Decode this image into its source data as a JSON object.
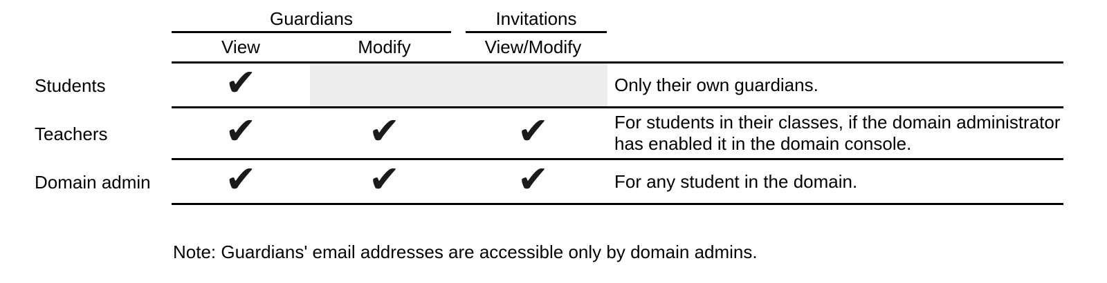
{
  "colors": {
    "background": "#ffffff",
    "rule": "#000000",
    "text": "#000000",
    "check": "#1a1a1a",
    "empty_cell_bg": "#ededed"
  },
  "table": {
    "check_glyph": "✔",
    "column_groups": [
      {
        "label": "Guardians",
        "columns": [
          "View",
          "Modify"
        ]
      },
      {
        "label": "Invitations",
        "columns": [
          "View/Modify"
        ]
      }
    ],
    "columns": [
      "View",
      "Modify",
      "View/Modify"
    ],
    "rows": [
      {
        "label": "Students",
        "permissions": {
          "guardians_view": true,
          "guardians_modify": false,
          "invitations_view_modify": false
        },
        "note": "Only their own guardians."
      },
      {
        "label": "Teachers",
        "permissions": {
          "guardians_view": true,
          "guardians_modify": true,
          "invitations_view_modify": true
        },
        "note": "For students in their classes, if the domain administrator has enabled it in the domain console."
      },
      {
        "label": "Domain admin",
        "permissions": {
          "guardians_view": true,
          "guardians_modify": true,
          "invitations_view_modify": true
        },
        "note": "For any student in the domain."
      }
    ]
  },
  "footnote": "Note: Guardians' email addresses are accessible only by domain admins."
}
